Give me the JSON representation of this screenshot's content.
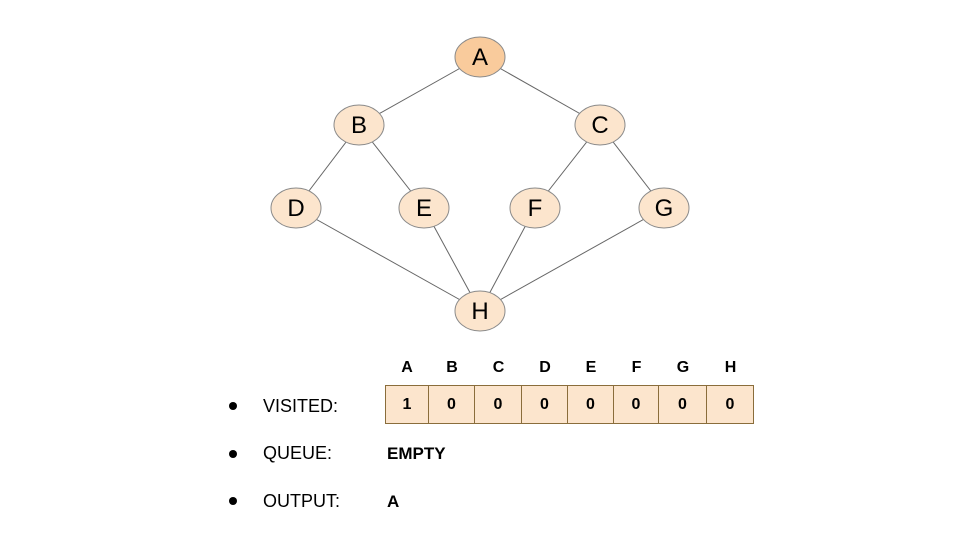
{
  "graph": {
    "nodes": [
      {
        "id": "A",
        "label": "A",
        "state": "visited"
      },
      {
        "id": "B",
        "label": "B",
        "state": "unvisited"
      },
      {
        "id": "C",
        "label": "C",
        "state": "unvisited"
      },
      {
        "id": "D",
        "label": "D",
        "state": "unvisited"
      },
      {
        "id": "E",
        "label": "E",
        "state": "unvisited"
      },
      {
        "id": "F",
        "label": "F",
        "state": "unvisited"
      },
      {
        "id": "G",
        "label": "G",
        "state": "unvisited"
      },
      {
        "id": "H",
        "label": "H",
        "state": "unvisited"
      }
    ],
    "edges": [
      [
        "A",
        "B"
      ],
      [
        "A",
        "C"
      ],
      [
        "B",
        "D"
      ],
      [
        "B",
        "E"
      ],
      [
        "C",
        "F"
      ],
      [
        "C",
        "G"
      ],
      [
        "D",
        "H"
      ],
      [
        "E",
        "H"
      ],
      [
        "F",
        "H"
      ],
      [
        "G",
        "H"
      ]
    ],
    "colors": {
      "visited_fill": "#f9cb9c",
      "unvisited_fill": "#fce5cd",
      "stroke": "#8a8a8a",
      "edge": "#666666"
    }
  },
  "state": {
    "visited": {
      "label": "VISITED:",
      "headers": [
        "A",
        "B",
        "C",
        "D",
        "E",
        "F",
        "G",
        "H"
      ],
      "values": [
        "1",
        "0",
        "0",
        "0",
        "0",
        "0",
        "0",
        "0"
      ]
    },
    "queue": {
      "label": "QUEUE:",
      "value": "EMPTY"
    },
    "output": {
      "label": "OUTPUT:",
      "value": "A"
    }
  }
}
